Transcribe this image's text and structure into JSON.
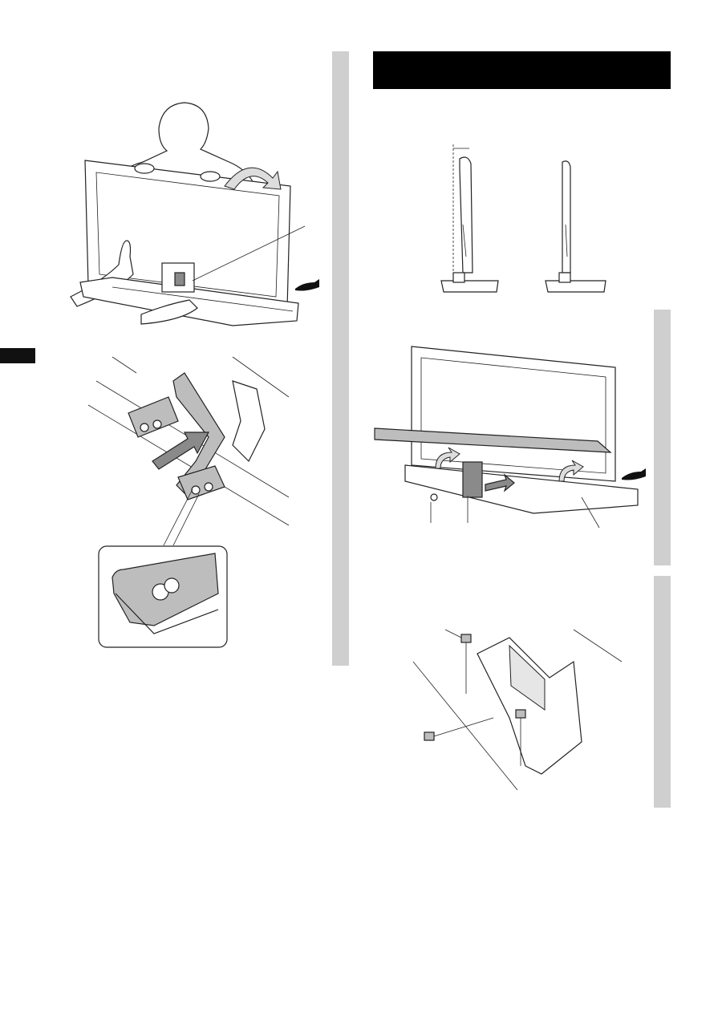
{
  "page": {
    "section_tab": "",
    "header_title": ""
  },
  "figures": {
    "fig_person_lifting_tv": "person-lifting-tv-illustration",
    "fig_bracket_slide": "bracket-slide-in-illustration",
    "fig_bracket_zoom": "bracket-hole-zoom-illustration",
    "fig_tilt_side_views": "tilt-side-views-illustration",
    "fig_stand_cover": "stand-cover-illustration",
    "fig_screws": "bracket-screws-illustration"
  },
  "colors": {
    "side_bar": "#cfcfcf",
    "header": "#000000",
    "arrow_fill": "#8a8a8a"
  }
}
